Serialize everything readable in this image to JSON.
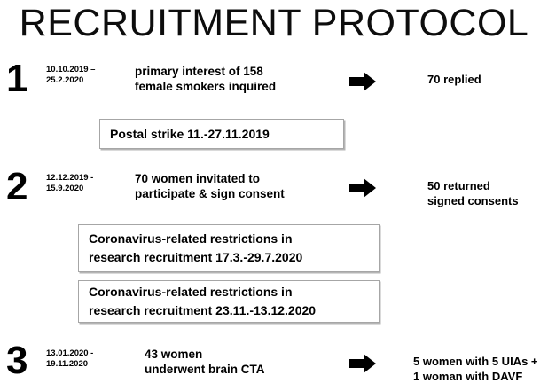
{
  "slide": {
    "title": "RECRUITMENT PROTOCOL",
    "background": "#ffffff",
    "text_color": "#000000",
    "box_border_color": "#a6a6a6"
  },
  "steps": [
    {
      "number": "1",
      "date": "10.10.2019 –\n25.2.2020",
      "main": "primary interest of 158\nfemale smokers inquired",
      "arrow": "right-arrow-icon",
      "result": "70 replied"
    },
    {
      "number": "2",
      "date": "12.12.2019 -\n15.9.2020",
      "main": "70 women invitated to\nparticipate & sign consent",
      "arrow": "right-arrow-icon",
      "result": "50 returned\nsigned consents"
    },
    {
      "number": "3",
      "date": "13.01.2020 -\n19.11.2020",
      "main": "43 women\nunderwent brain CTA",
      "arrow": "right-arrow-icon",
      "result": "5 women with 5 UIAs +\n1 woman with DAVF"
    }
  ],
  "notes": [
    {
      "text": "Postal strike 11.-27.11.2019"
    },
    {
      "text": "Coronavirus-related restrictions in\nresearch recruitment 17.3.-29.7.2020"
    },
    {
      "text": "Coronavirus-related restrictions in\nresearch recruitment 23.11.-13.12.2020"
    }
  ]
}
